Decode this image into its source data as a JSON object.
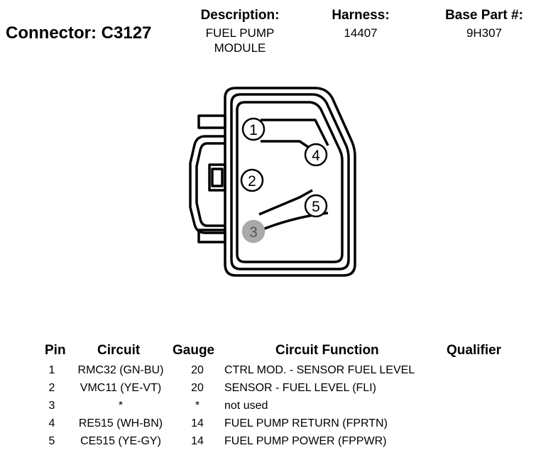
{
  "header": {
    "connector_label": "Connector: C3127",
    "description_label": "Description:",
    "description_line1": "FUEL PUMP",
    "description_line2": "MODULE",
    "harness_label": "Harness:",
    "harness_value": "14407",
    "base_part_label": "Base Part #:",
    "base_part_value": "9H307"
  },
  "diagram": {
    "pins": [
      {
        "label": "1",
        "style": "open"
      },
      {
        "label": "2",
        "style": "open"
      },
      {
        "label": "3",
        "style": "filled"
      },
      {
        "label": "4",
        "style": "open"
      },
      {
        "label": "5",
        "style": "open"
      }
    ],
    "filled_pin_color": "#aaaaaa"
  },
  "table": {
    "headers": {
      "pin": "Pin",
      "circuit": "Circuit",
      "gauge": "Gauge",
      "function": "Circuit Function",
      "qualifier": "Qualifier"
    },
    "rows": [
      {
        "pin": "1",
        "circuit": "RMC32 (GN-BU)",
        "gauge": "20",
        "function": "CTRL MOD. - SENSOR FUEL LEVEL",
        "qualifier": ""
      },
      {
        "pin": "2",
        "circuit": "VMC11 (YE-VT)",
        "gauge": "20",
        "function": "SENSOR - FUEL LEVEL (FLI)",
        "qualifier": ""
      },
      {
        "pin": "3",
        "circuit": "*",
        "gauge": "*",
        "function": "not used",
        "qualifier": ""
      },
      {
        "pin": "4",
        "circuit": "RE515 (WH-BN)",
        "gauge": "14",
        "function": "FUEL PUMP RETURN (FPRTN)",
        "qualifier": ""
      },
      {
        "pin": "5",
        "circuit": "CE515 (YE-GY)",
        "gauge": "14",
        "function": "FUEL PUMP POWER (FPPWR)",
        "qualifier": ""
      }
    ]
  }
}
